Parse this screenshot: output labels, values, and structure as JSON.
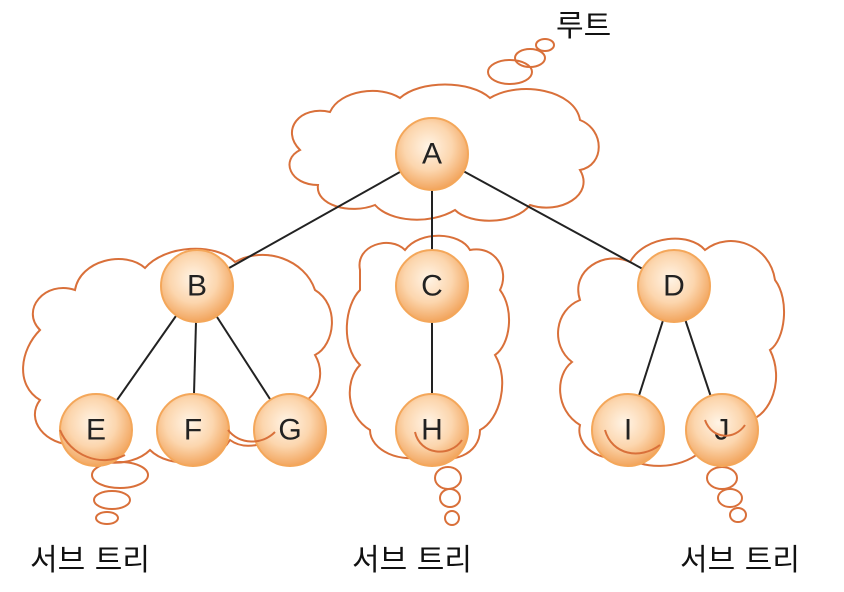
{
  "labels": {
    "root": "루트",
    "subtree_left": "서브 트리",
    "subtree_middle": "서브 트리",
    "subtree_right": "서브 트리"
  },
  "nodes": {
    "A": "A",
    "B": "B",
    "C": "C",
    "D": "D",
    "E": "E",
    "F": "F",
    "G": "G",
    "H": "H",
    "I": "I",
    "J": "J"
  },
  "colors": {
    "node_center": "#fde3c8",
    "node_edge": "#f4a75a",
    "cloud_stroke": "#d9703a",
    "edge": "#222222"
  }
}
